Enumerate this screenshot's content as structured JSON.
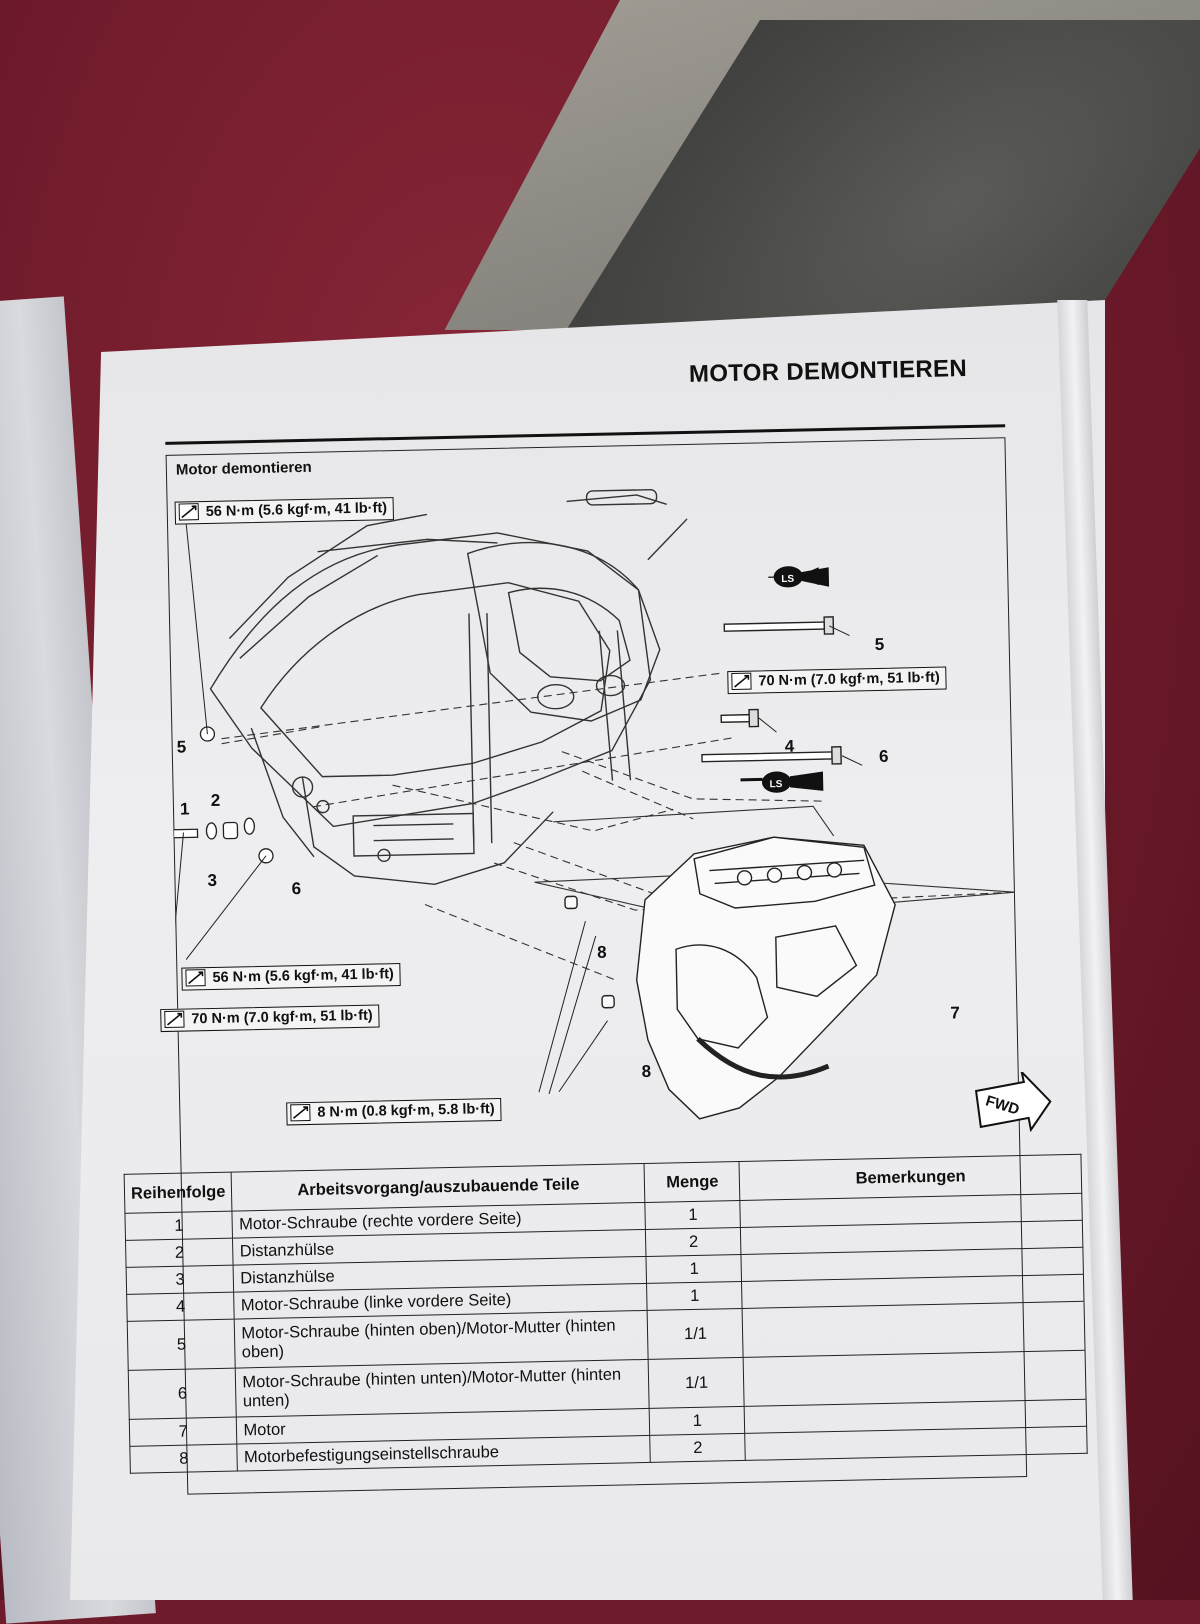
{
  "header": {
    "title": "MOTOR DEMONTIEREN"
  },
  "section": {
    "title": "Motor demontieren"
  },
  "torques": {
    "top_left": "56 N·m (5.6 kgf·m, 41 lb·ft)",
    "right_mid": "70 N·m (7.0 kgf·m, 51 lb·ft)",
    "lower_left_1": "56 N·m (5.6 kgf·m, 41 lb·ft)",
    "lower_left_2": "70 N·m (7.0 kgf·m, 51 lb·ft)",
    "bottom": "8 N·m (0.8 kgf·m, 5.8 lb·ft)"
  },
  "callouts": {
    "n1": "1",
    "n2": "2",
    "n3": "3",
    "n4": "4",
    "n5_left": "5",
    "n5_right": "5",
    "n6_left": "6",
    "n6_right": "6",
    "n7": "7",
    "n8_top": "8",
    "n8_bottom": "8"
  },
  "ls_label": "LS",
  "fwd_label": "FWD",
  "table": {
    "headers": [
      "Reihenfolge",
      "Arbeitsvorgang/auszubauende Teile",
      "Menge",
      "Bemerkungen"
    ],
    "rows": [
      {
        "order": "1",
        "part": "Motor-Schraube (rechte vordere Seite)",
        "qty": "1",
        "note": ""
      },
      {
        "order": "2",
        "part": "Distanzhülse",
        "qty": "2",
        "note": ""
      },
      {
        "order": "3",
        "part": "Distanzhülse",
        "qty": "1",
        "note": ""
      },
      {
        "order": "4",
        "part": "Motor-Schraube (linke vordere Seite)",
        "qty": "1",
        "note": ""
      },
      {
        "order": "5",
        "part": "Motor-Schraube (hinten oben)/Motor-Mutter (hinten oben)",
        "qty": "1/1",
        "note": ""
      },
      {
        "order": "6",
        "part": "Motor-Schraube (hinten unten)/Motor-Mutter (hinten unten)",
        "qty": "1/1",
        "note": ""
      },
      {
        "order": "7",
        "part": "Motor",
        "qty": "1",
        "note": ""
      },
      {
        "order": "8",
        "part": "Motorbefestigungseinstellschraube",
        "qty": "2",
        "note": ""
      }
    ]
  }
}
